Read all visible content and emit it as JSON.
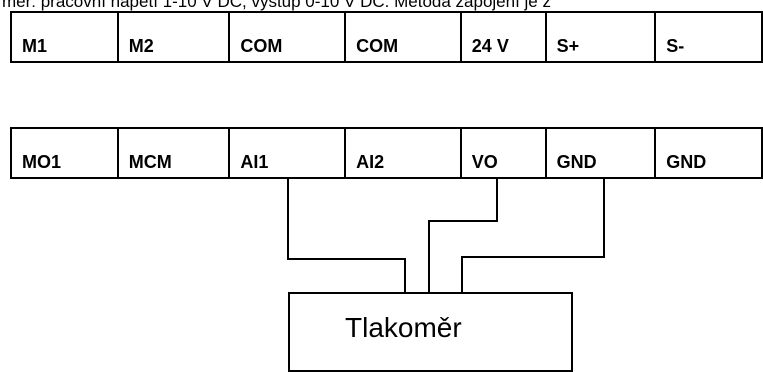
{
  "caption": "mer: pracovní napětí 1-10 V DC, výstup 0-10 V DC. Metoda zapojení je z",
  "terminals_top": [
    "M1",
    "M2",
    "COM",
    "COM",
    "24 V",
    "S+",
    "S-"
  ],
  "terminals_bottom": [
    "MO1",
    "MCM",
    "AI1",
    "AI2",
    "VO",
    "GND",
    "GND"
  ],
  "device_label": "Tlakoměr"
}
